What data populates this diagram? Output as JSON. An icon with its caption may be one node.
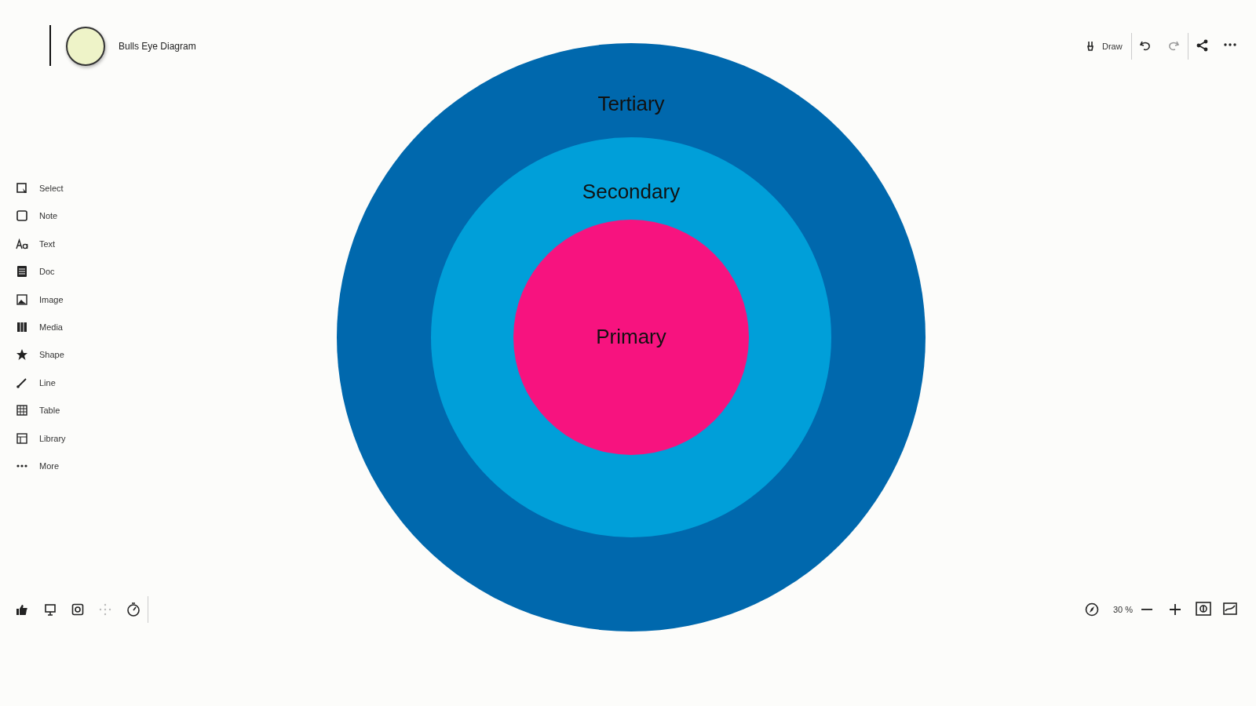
{
  "diagram": {
    "title": "Bulls Eye Diagram",
    "nodes": [
      {
        "text": [
          "Tertiary"
        ]
      },
      {
        "text": [
          "Secondary"
        ],
        "in": 0
      },
      {
        "text": [
          "Primary"
        ],
        "in": 1
      }
    ],
    "labels": [
      "Draw",
      "Select",
      "Note",
      "Text",
      "Doc",
      "Image",
      "Media",
      "Shape",
      "Line",
      "Table",
      "Library",
      "More",
      "30 %"
    ]
  }
}
